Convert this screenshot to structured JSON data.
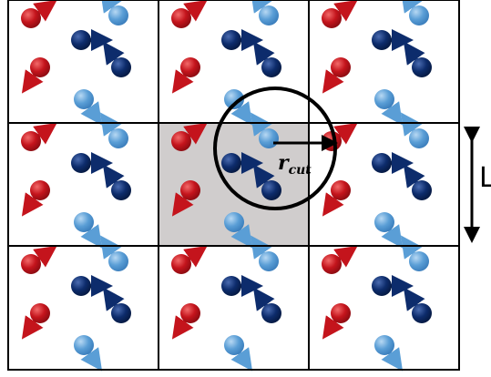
{
  "figure": {
    "cutoff_label": "r",
    "cutoff_subscript": "cut",
    "box_length_label": "L"
  },
  "grid": {
    "rows": 3,
    "cols": 3,
    "highlight_cell": [
      1,
      1
    ]
  },
  "particle_colors": {
    "red": "#c4141c",
    "dark_blue": "#0d2c6c",
    "light_blue": "#5a9ed6"
  },
  "cell_fill_highlight": "#d0cdcd",
  "particles": [
    {
      "color": "red",
      "direction": "up-right"
    },
    {
      "color": "light_blue",
      "direction": "up-left"
    },
    {
      "color": "dark_blue",
      "direction": "right"
    },
    {
      "color": "dark_blue",
      "direction": "up-left"
    },
    {
      "color": "red",
      "direction": "down-left"
    },
    {
      "color": "light_blue",
      "direction": "down-right"
    }
  ]
}
